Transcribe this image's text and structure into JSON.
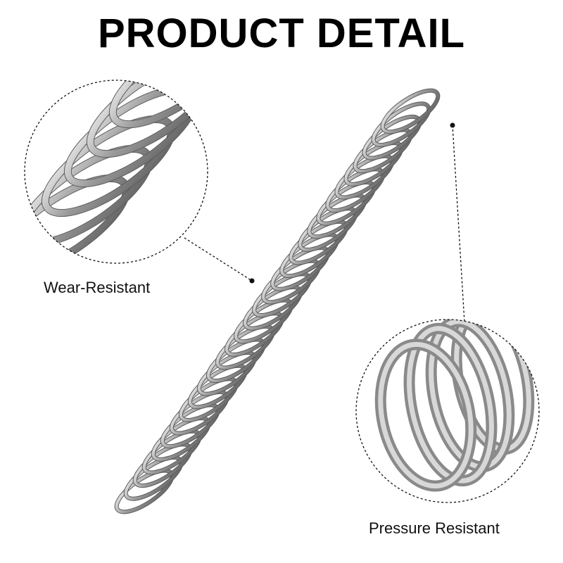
{
  "header": {
    "title": "PRODUCT DETAIL"
  },
  "callouts": {
    "wear": {
      "label": "Wear-Resistant"
    },
    "pressure": {
      "label": "Pressure Resistant"
    }
  },
  "product": {
    "image": "compression-spring-photo"
  },
  "colors": {
    "text": "#000000",
    "steel_dark": "#6b6b6b",
    "steel_light": "#d9d9d9",
    "background": "#ffffff"
  }
}
